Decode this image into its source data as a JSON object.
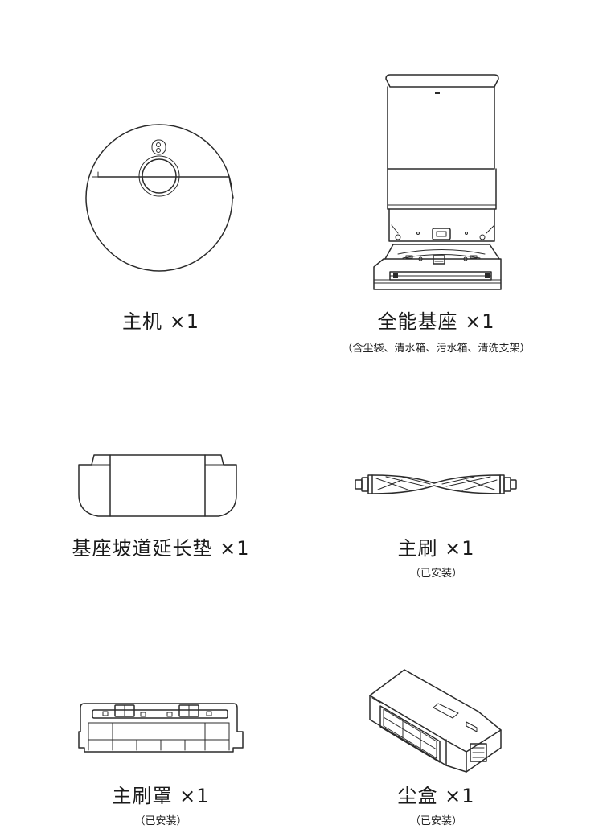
{
  "items": [
    {
      "label": "主机 ×1",
      "note": "",
      "icon": "robot-vacuum-icon"
    },
    {
      "label": "全能基座 ×1",
      "note": "（含尘袋、清水箱、污水箱、清洗支架）",
      "icon": "base-station-icon"
    },
    {
      "label": "基座坡道延长垫 ×1",
      "note": "",
      "icon": "ramp-mat-icon"
    },
    {
      "label": "主刷 ×1",
      "note": "（已安装）",
      "icon": "main-brush-icon"
    },
    {
      "label": "主刷罩 ×1",
      "note": "（已安装）",
      "icon": "brush-cover-icon"
    },
    {
      "label": "尘盒 ×1",
      "note": "（已安装）",
      "icon": "dustbin-icon"
    }
  ]
}
